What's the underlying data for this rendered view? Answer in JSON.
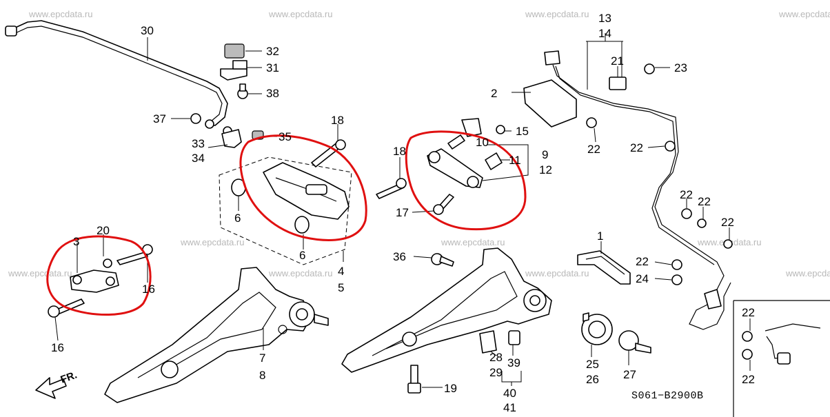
{
  "watermark": "www.epcdata.ru",
  "diagram_code": "S061−B2900B",
  "direction_label": "FR.",
  "callouts": {
    "p1": "1",
    "p2": "2",
    "p3": "3",
    "p4": "4",
    "p5": "5",
    "p6a": "6",
    "p6b": "6",
    "p7": "7",
    "p8": "8",
    "p9": "9",
    "p10": "10",
    "p11": "11",
    "p12": "12",
    "p13": "13",
    "p14": "14",
    "p15": "15",
    "p16a": "16",
    "p16b": "16",
    "p17": "17",
    "p18a": "18",
    "p18b": "18",
    "p19": "19",
    "p20": "20",
    "p21": "21",
    "p22a": "22",
    "p22b": "22",
    "p22c": "22",
    "p22d": "22",
    "p22e": "22",
    "p22f": "22",
    "p22g": "22",
    "p22h": "22",
    "p23": "23",
    "p24": "24",
    "p25": "25",
    "p26": "26",
    "p27": "27",
    "p28": "28",
    "p29": "29",
    "p30": "30",
    "p31": "31",
    "p32": "32",
    "p33": "33",
    "p34": "34",
    "p35": "35",
    "p36": "36",
    "p37": "37",
    "p38": "38",
    "p39": "39",
    "p40": "40",
    "p41": "41"
  },
  "colors": {
    "highlight": "#e01010",
    "line": "#000000",
    "watermark": "#b8b8b8"
  },
  "icons": {
    "direction": "arrow-left-icon"
  }
}
